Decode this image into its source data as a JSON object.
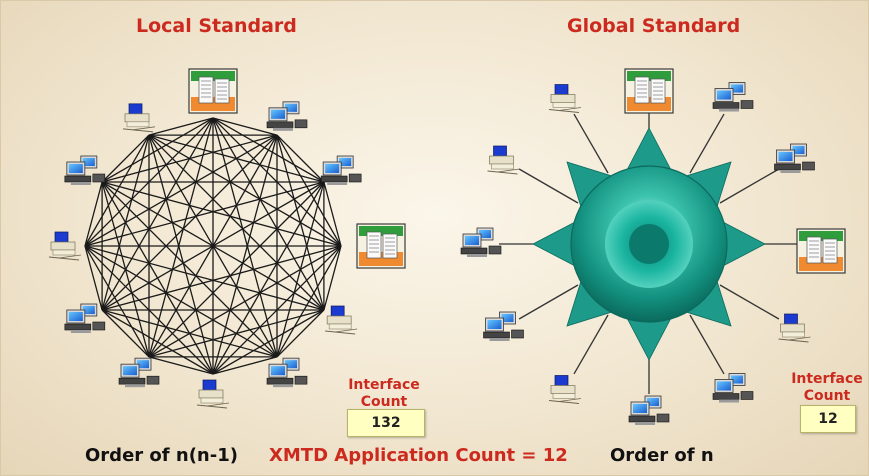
{
  "local": {
    "title": "Local Standard",
    "order_label": "Order of n(n-1)",
    "interface_label_line1": "Interface",
    "interface_label_line2": "Count",
    "interface_count": "132",
    "node_count": 12
  },
  "global": {
    "title": "Global Standard",
    "order_label": "Order of n",
    "interface_label_line1": "Interface",
    "interface_label_line2": "Count",
    "interface_count": "12",
    "node_count": 12
  },
  "application_count_label": "XMTD Application Count = 12",
  "icons": {
    "workstation": "workstation-icon",
    "server": "server-icon",
    "printer": "printer-icon",
    "hub": "hub-icon"
  },
  "colors": {
    "title_red": "#cc2a1e",
    "hub_teal": "#1e9a8a",
    "mesh_line": "#1a1a1a"
  }
}
